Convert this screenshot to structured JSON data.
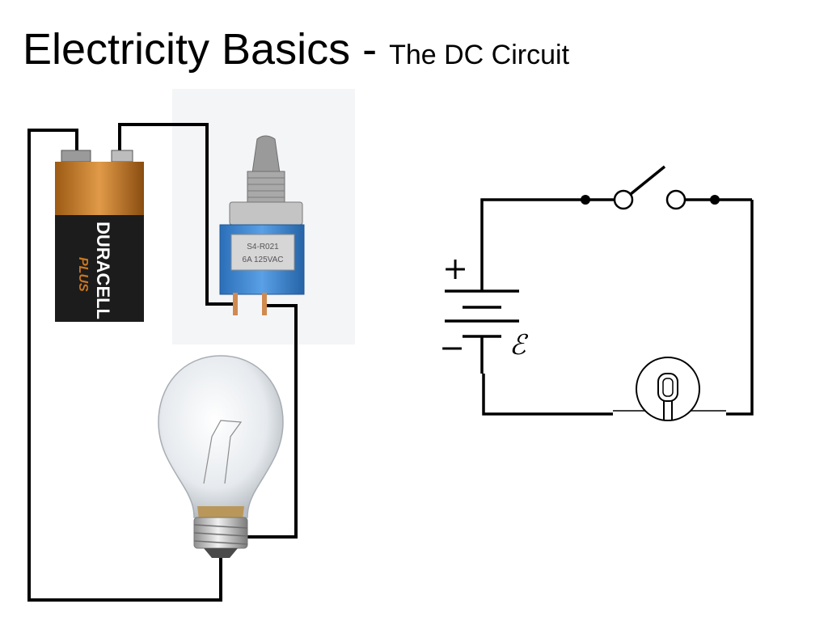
{
  "title": {
    "main": "Electricity Basics",
    "separator": " - ",
    "subtitle": "The DC Circuit"
  },
  "battery": {
    "brand": "DURACELL",
    "model": "PLUS",
    "colors": {
      "top": "#c9761f",
      "body": "#1c1c1c",
      "brand_text": "#ffffff",
      "model_text": "#c9761f"
    }
  },
  "switch": {
    "label_line1": "S4-R021",
    "label_line2": "6A 125VAC",
    "colors": {
      "housing": "#3f86d1",
      "metal": "#b9b9b9"
    }
  },
  "bulb": {
    "colors": {
      "glass": "#e9edf0",
      "base": "#c9c9c9",
      "contact": "#b08a4a"
    }
  },
  "schematic": {
    "plus_sign": "+",
    "minus_sign": "−",
    "emf_symbol": "ℰ"
  },
  "wire_color": "#000000"
}
